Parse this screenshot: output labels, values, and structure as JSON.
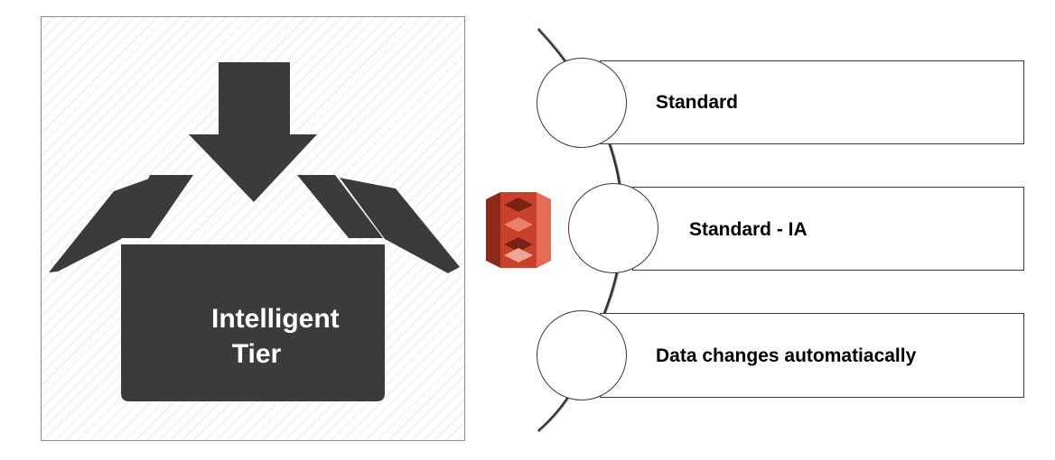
{
  "box": {
    "label_line1": "Intelligent",
    "label_line2": "Tier"
  },
  "colors": {
    "box_fill": "#3b3b3b",
    "s3_red": "#c8412c"
  },
  "icons": [
    "download-box-icon",
    "s3-bucket-icon"
  ],
  "items": [
    {
      "label": "Standard"
    },
    {
      "label": "Standard - IA"
    },
    {
      "label": "Data changes automatiacally"
    }
  ]
}
